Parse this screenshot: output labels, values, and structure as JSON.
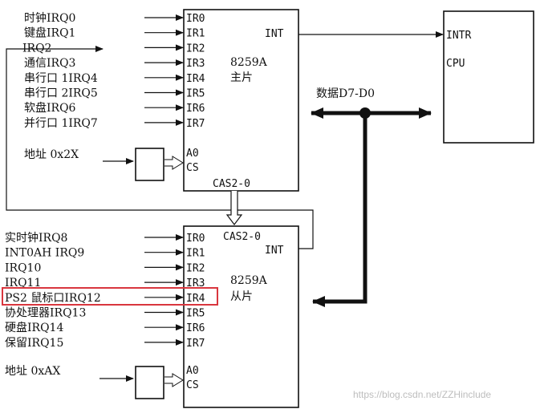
{
  "master": {
    "inputs": [
      "时钟IRQ0",
      "键盘IRQ1",
      "IRQ2",
      "通信IRQ3",
      "串行口 1IRQ4",
      "串行口 2IRQ5",
      "软盘IRQ6",
      "并行口 1IRQ7"
    ],
    "pins": [
      "IR0",
      "IR1",
      "IR2",
      "IR3",
      "IR4",
      "IR5",
      "IR6",
      "IR7"
    ],
    "int_pin": "INT",
    "chip_name": "8259A",
    "chip_role": "主片",
    "a0_pin": "A0",
    "cs_pin": "CS",
    "cas_label": "CAS2-0",
    "addr_label": "地址 0x2X"
  },
  "slave": {
    "inputs": [
      "实时钟IRQ8",
      "INT0AH IRQ9",
      "IRQ10",
      "IRQ11",
      "PS2 鼠标口IRQ12",
      "协处理器IRQ13",
      "硬盘IRQ14",
      "保留IRQ15"
    ],
    "pins": [
      "IR0",
      "IR1",
      "IR2",
      "IR3",
      "IR4",
      "IR5",
      "IR6",
      "IR7"
    ],
    "int_pin": "INT",
    "chip_name": "8259A",
    "chip_role": "从片",
    "a0_pin": "A0",
    "cs_pin": "CS",
    "cas_label": "CAS2-0",
    "addr_label": "地址 0xAX"
  },
  "cpu": {
    "intr_pin": "INTR",
    "name": "CPU"
  },
  "bus_label": "数据D7-D0",
  "highlight": {
    "input_index": 4,
    "color": "#d9363e"
  },
  "watermark": "https://blog.csdn.net/ZZHinclude"
}
